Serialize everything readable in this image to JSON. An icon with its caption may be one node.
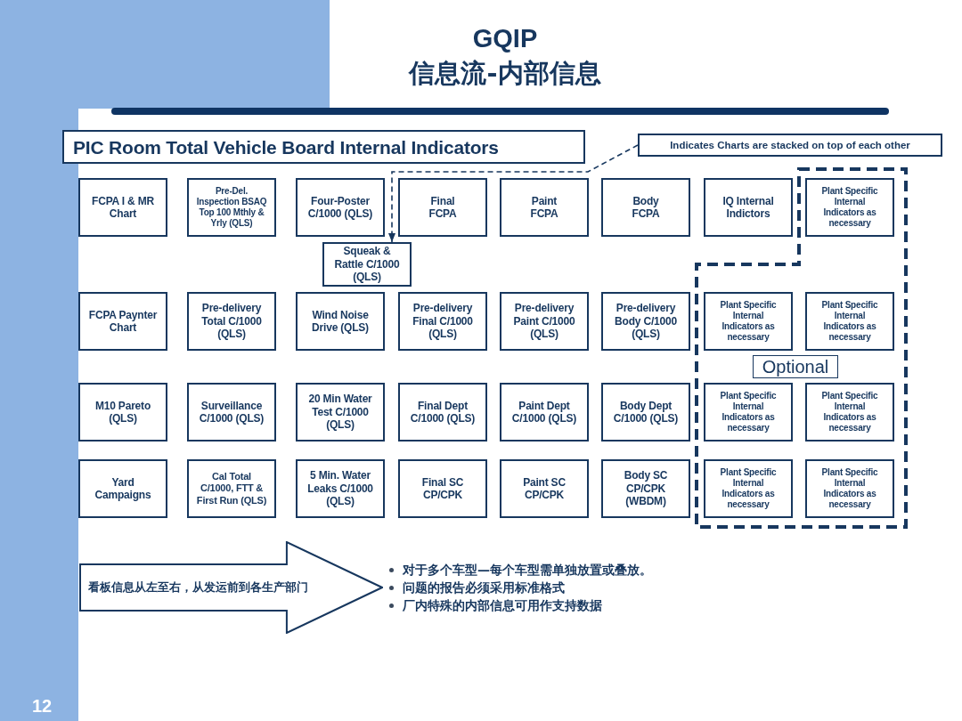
{
  "diagram": {
    "title": "GQIP 信息流-内部信息",
    "nodes": [
      {
        "text": [
          "PIC Room Total Vehicle Board Internal Indicators"
        ]
      },
      {
        "text": [
          "Indicates Charts are stacked on top of each other"
        ]
      },
      {
        "text": [
          "FCPA I & MR Chart"
        ]
      },
      {
        "text": [
          "Pre-Del. Inspection BSAQ Top 100 Mthly & Yrly (QLS)"
        ]
      },
      {
        "text": [
          "Four-Poster C/1000 (QLS)"
        ]
      },
      {
        "text": [
          "Squeak & Rattle C/1000 (QLS)"
        ]
      },
      {
        "text": [
          "Final FCPA"
        ]
      },
      {
        "text": [
          "Paint FCPA"
        ]
      },
      {
        "text": [
          "Body FCPA"
        ]
      },
      {
        "text": [
          "IQ Internal Indictors"
        ]
      },
      {
        "text": [
          "Plant Specific Internal Indicators as necessary"
        ]
      },
      {
        "text": [
          "FCPA Paynter Chart"
        ]
      },
      {
        "text": [
          "Pre-delivery Total C/1000 (QLS)"
        ]
      },
      {
        "text": [
          "Wind Noise Drive (QLS)"
        ]
      },
      {
        "text": [
          "Pre-delivery Final C/1000 (QLS)"
        ]
      },
      {
        "text": [
          "Pre-delivery Paint C/1000 (QLS)"
        ]
      },
      {
        "text": [
          "Pre-delivery Body C/1000 (QLS)"
        ]
      },
      {
        "text": [
          "Plant Specific Internal Indicators as necessary"
        ]
      },
      {
        "text": [
          "Plant Specific Internal Indicators as necessary"
        ]
      },
      {
        "text": [
          "Optional"
        ]
      },
      {
        "text": [
          "M10 Pareto (QLS)"
        ]
      },
      {
        "text": [
          "Surveillance C/1000 (QLS)"
        ]
      },
      {
        "text": [
          "20 Min Water Test C/1000 (QLS)"
        ]
      },
      {
        "text": [
          "Final Dept C/1000 (QLS)"
        ]
      },
      {
        "text": [
          "Paint Dept C/1000 (QLS)"
        ]
      },
      {
        "text": [
          "Body Dept C/1000 (QLS)"
        ]
      },
      {
        "text": [
          "Plant Specific Internal Indicators as necessary"
        ]
      },
      {
        "text": [
          "Plant Specific Internal Indicators as necessary"
        ]
      },
      {
        "text": [
          "Yard Campaigns"
        ]
      },
      {
        "text": [
          "Cal Total C/1000, FTT & First Run (QLS)"
        ]
      },
      {
        "text": [
          "5 Min. Water Leaks C/1000 (QLS)"
        ]
      },
      {
        "text": [
          "Final SC CP/CPK"
        ]
      },
      {
        "text": [
          "Paint SC CP/CPK"
        ]
      },
      {
        "text": [
          "Body SC CP/CPK (WBDM)"
        ]
      },
      {
        "text": [
          "Plant Specific Internal Indicators as necessary"
        ]
      },
      {
        "text": [
          "Plant Specific Internal Indicators as necessary"
        ]
      },
      {
        "text": [
          "看板信息从左至右，从发运前到各生产部门"
        ]
      }
    ],
    "edges": [
      {
        "from": 1,
        "to": 5,
        "arrow": "to",
        "style": "dashed"
      }
    ],
    "labels": [
      "对于多个车型—每个车型需单独放置或叠放。",
      "问题的报告必须采用标准格式",
      "厂内特殊的内部信息可用作支持数据",
      "12"
    ]
  }
}
